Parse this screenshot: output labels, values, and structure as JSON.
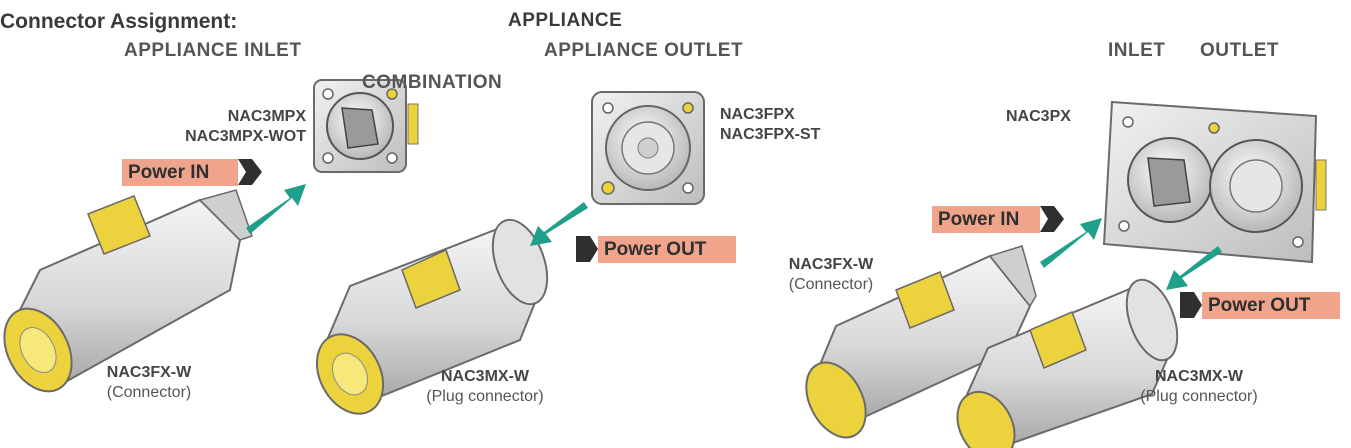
{
  "title": "Connector Assignment:",
  "headers": {
    "appliance_inlet": "APPLIANCE INLET",
    "appliance": "APPLIANCE",
    "appliance_outlet": "APPLIANCE OUTLET",
    "combination": "COMBINATION",
    "inlet": "INLET",
    "outlet": "OUTLET"
  },
  "models": {
    "nac3mpx": "NAC3MPX",
    "nac3mpx_wot": "NAC3MPX-WOT",
    "nac3fpx": "NAC3FPX",
    "nac3fpx_st": "NAC3FPX-ST",
    "nac3px": "NAC3PX",
    "nac3fx_w_left": "NAC3FX-W",
    "nac3fx_w_left_sub": "(Connector)",
    "nac3mx_w_mid": "NAC3MX-W",
    "nac3mx_w_mid_sub": "(Plug connector)",
    "nac3fx_w_right": "NAC3FX-W",
    "nac3fx_w_right_sub": "(Connector)",
    "nac3mx_w_right": "NAC3MX-W",
    "nac3mx_w_right_sub": "(Plug connector)"
  },
  "tags": {
    "power_in_left": "Power IN",
    "power_out_mid": "Power OUT",
    "power_in_right": "Power IN",
    "power_out_right": "Power OUT"
  },
  "colors": {
    "tag_fill": "#f0a48c",
    "arrow": "#1fa08a",
    "connector_yellow": "#ecd23c",
    "body_grey": "#dcdcdc"
  }
}
